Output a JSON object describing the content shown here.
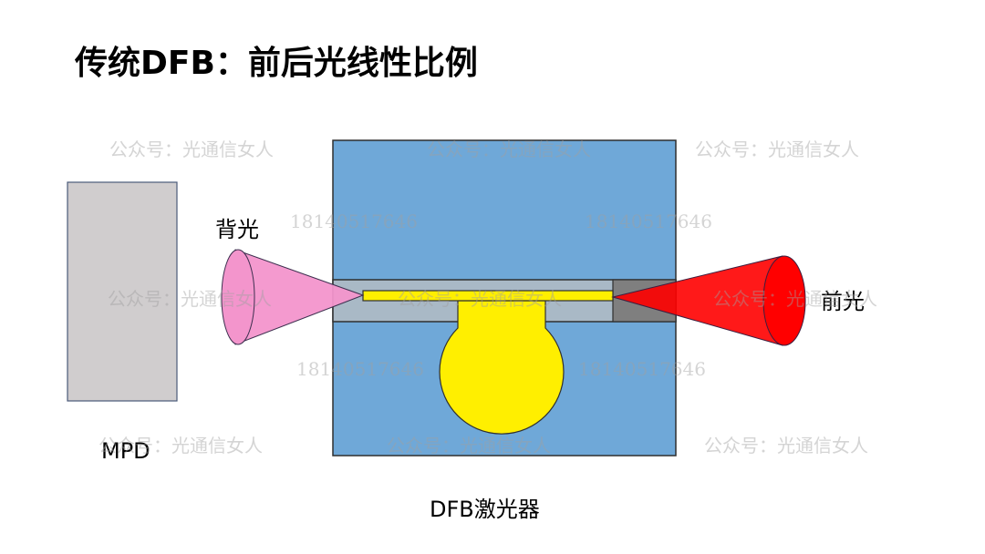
{
  "title": "传统DFB：前后光线性比例",
  "labels": {
    "back_light": "背光",
    "front_light": "前光",
    "mpd": "MPD",
    "laser": "DFB激光器"
  },
  "watermark": {
    "account": "公众号：光通信女人",
    "phone": "18140517646"
  },
  "colors": {
    "laser_body": "#6fa8d8",
    "waveguide": "#a9b9c6",
    "active_region": "#ffef00",
    "front_beam": "#ff0000",
    "back_beam": "#f395cc",
    "mpd": "#d0cdce",
    "front_facet": "#7f7f7f"
  }
}
